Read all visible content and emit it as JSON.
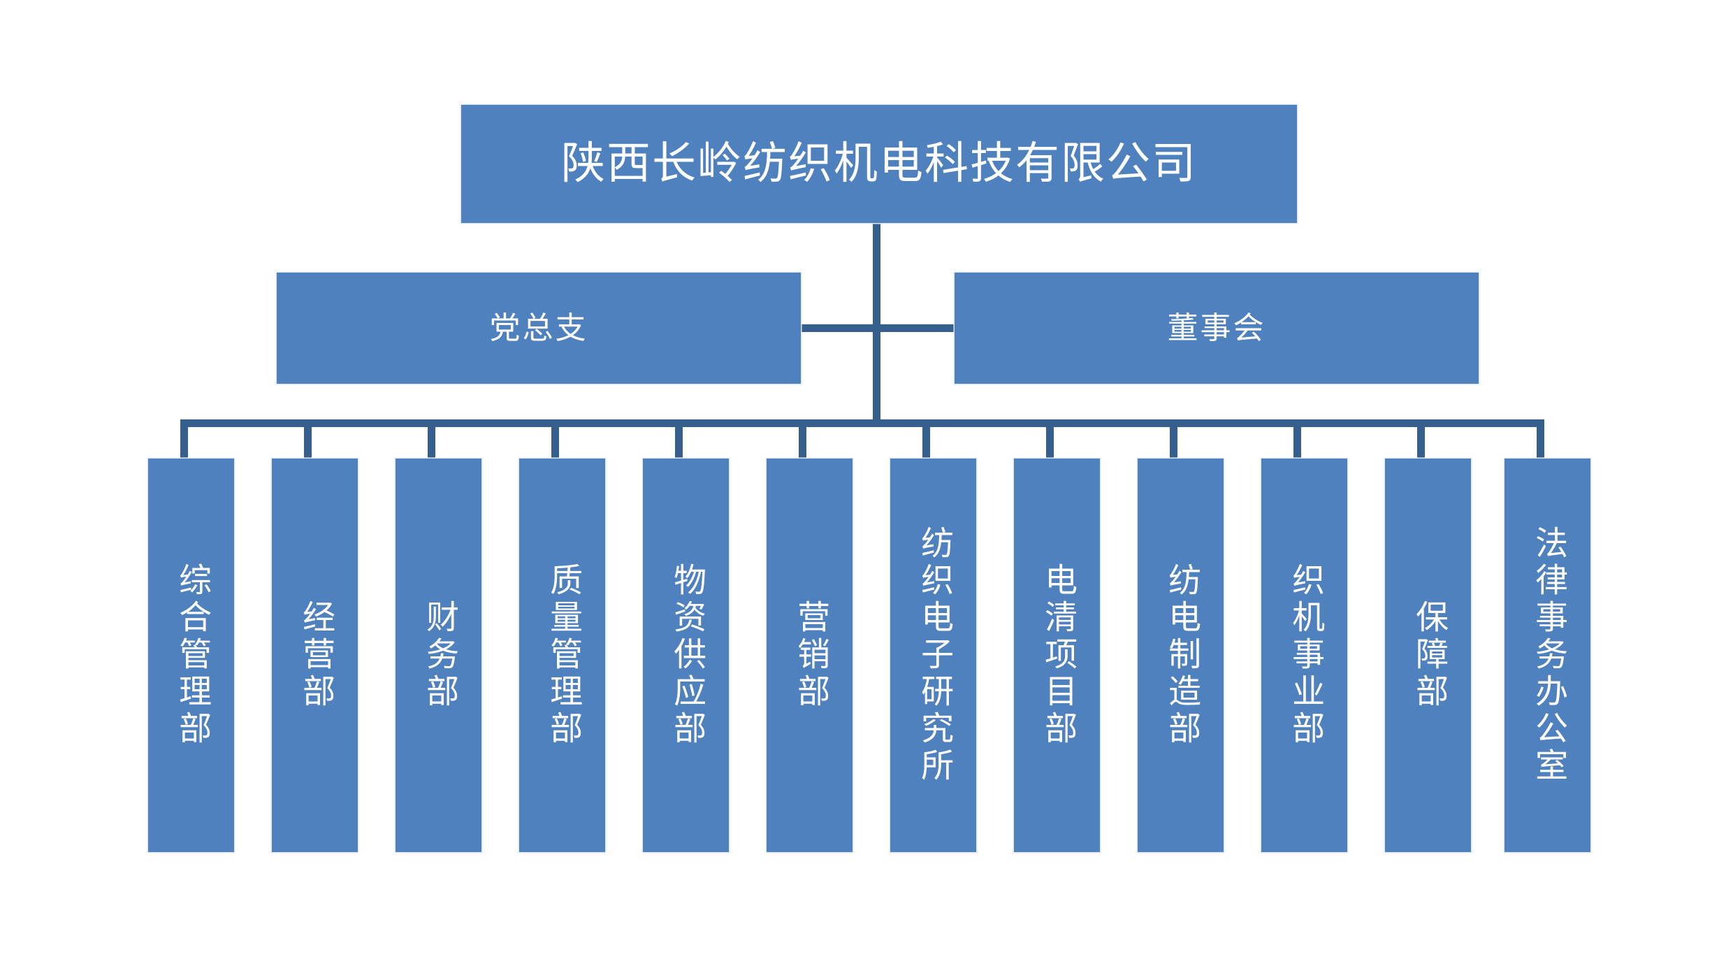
{
  "chart": {
    "type": "organizational-chart",
    "title_node": {
      "label": "陕西长岭纺织机电科技有限公司"
    },
    "level2": [
      {
        "label": "党总支"
      },
      {
        "label": "董事会"
      }
    ],
    "departments": [
      {
        "label": "综合管理部"
      },
      {
        "label": "经营部"
      },
      {
        "label": "财务部"
      },
      {
        "label": "质量管理部"
      },
      {
        "label": "物资供应部"
      },
      {
        "label": "营销部"
      },
      {
        "label": "纺织电子研究所"
      },
      {
        "label": "电清项目部"
      },
      {
        "label": "纺电制造部"
      },
      {
        "label": "织机事业部"
      },
      {
        "label": "保障部"
      },
      {
        "label": "法律事务办公室"
      }
    ],
    "colors": {
      "node_fill": "#4E81BD",
      "connector": "#35608D",
      "node_text": "#FFFFFF",
      "background": "#FFFFFF"
    }
  }
}
